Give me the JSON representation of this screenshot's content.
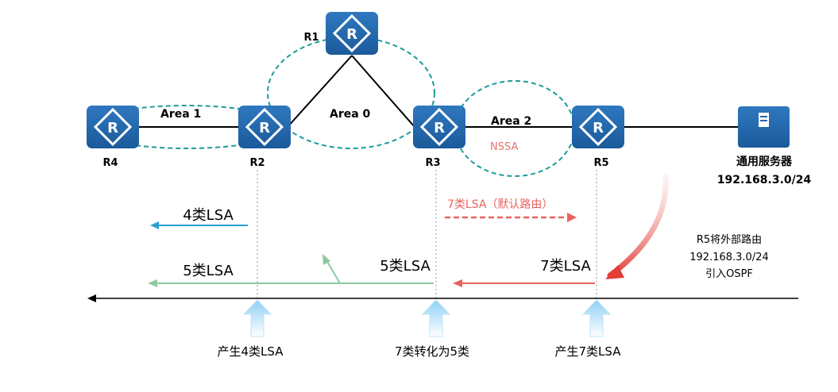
{
  "routers": {
    "r1": {
      "label": "R1"
    },
    "r2": {
      "label": "R2"
    },
    "r3": {
      "label": "R3"
    },
    "r4": {
      "label": "R4"
    },
    "r5": {
      "label": "R5"
    },
    "glyph": "R"
  },
  "areas": {
    "area1": "Area 1",
    "area0": "Area 0",
    "area2": "Area 2",
    "nssa": "NSSA"
  },
  "server": {
    "name": "通用服务器",
    "subnet": "192.168.3.0/24"
  },
  "annotation": {
    "line1": "R5将外部路由",
    "line2": "192.168.3.0/24",
    "line3": "引入OSPF"
  },
  "lsa_arrows": {
    "type4": "4类LSA",
    "type7_default": "7类LSA（默认路由）",
    "type5_left": "5类LSA",
    "type5_mid": "5类LSA",
    "type7": "7类LSA"
  },
  "steps": {
    "step1": "产生4类LSA",
    "step2": "7类转化为5类",
    "step3": "产生7类LSA"
  },
  "colors": {
    "router_fill": "#2265a8",
    "dashed_ellipse": "#1e9a9a",
    "type4_arrow": "#2a9fd1",
    "type5_arrow": "#8dc9a0",
    "type7_arrow": "#e8625c",
    "nssa_text": "#e8726a"
  }
}
